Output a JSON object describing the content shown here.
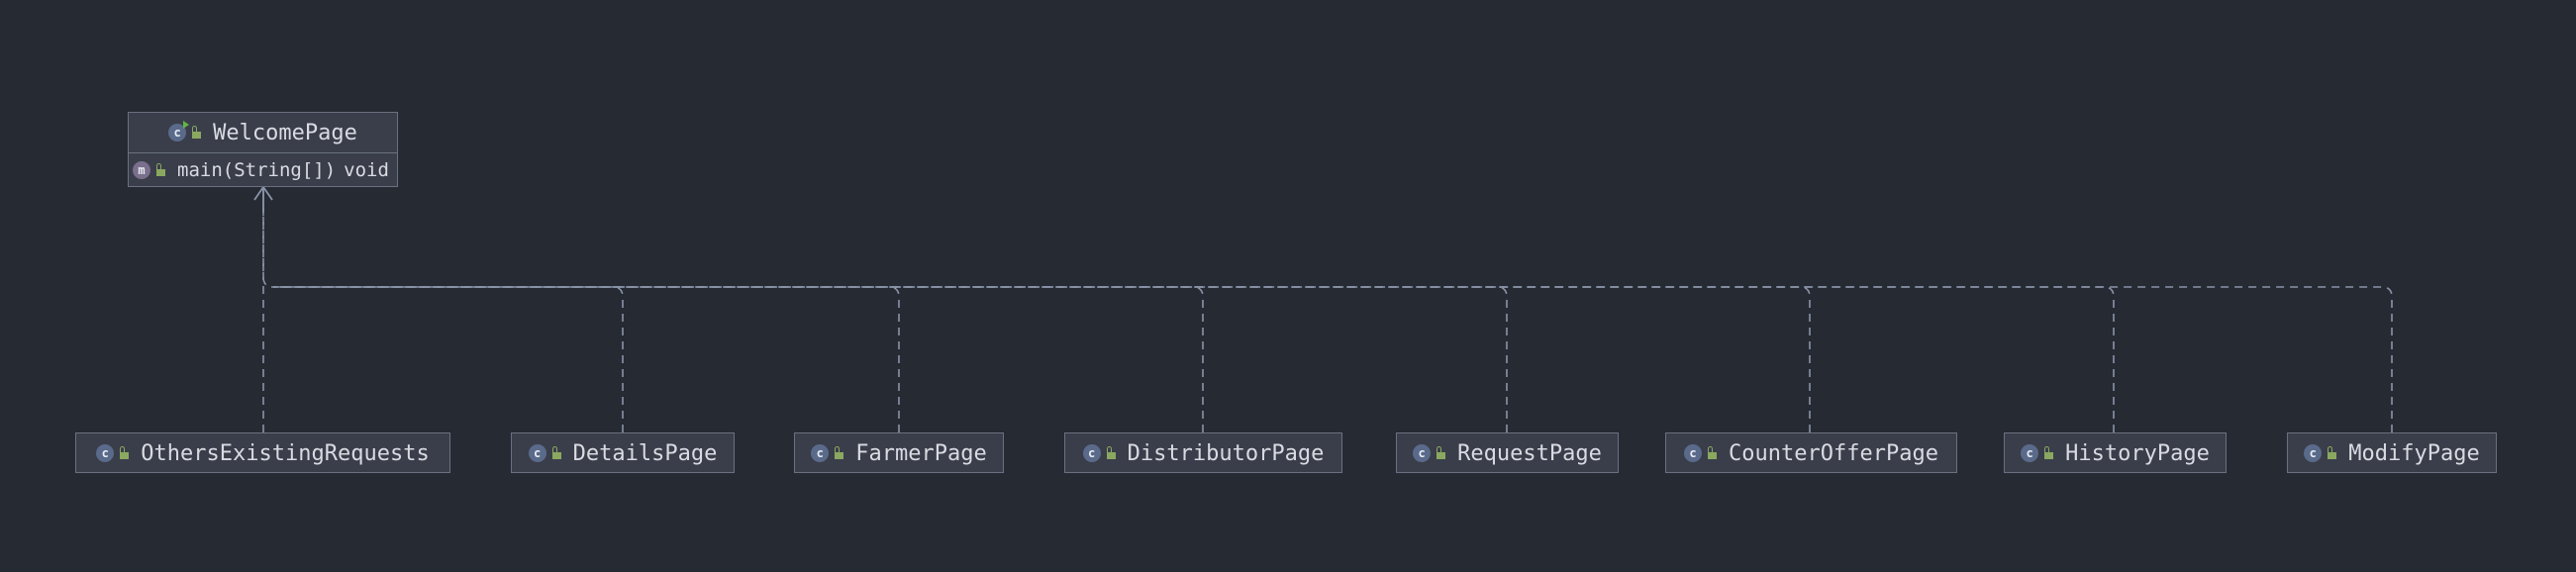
{
  "diagram": {
    "parent": {
      "name": "WelcomePage",
      "kind_icon": "class-runnable-icon",
      "visibility_icon": "public-lock-icon",
      "members": [
        {
          "kind_icon": "method-icon",
          "kind_letter": "m",
          "visibility_icon": "public-lock-icon",
          "signature": "main(String[])",
          "return_type": "void"
        }
      ]
    },
    "children": [
      {
        "name": "OthersExistingRequests",
        "kind_letter": "c"
      },
      {
        "name": "DetailsPage",
        "kind_letter": "c"
      },
      {
        "name": "FarmerPage",
        "kind_letter": "c"
      },
      {
        "name": "DistributorPage",
        "kind_letter": "c"
      },
      {
        "name": "RequestPage",
        "kind_letter": "c"
      },
      {
        "name": "CounterOfferPage",
        "kind_letter": "c"
      },
      {
        "name": "HistoryPage",
        "kind_letter": "c"
      },
      {
        "name": "ModifyPage",
        "kind_letter": "c"
      }
    ],
    "relationship": "dependency",
    "colors": {
      "background": "#262a33",
      "node_fill": "#3a3e4a",
      "node_border": "#6b7080",
      "edge": "#8a93a8",
      "text": "#d9dbe2"
    }
  }
}
